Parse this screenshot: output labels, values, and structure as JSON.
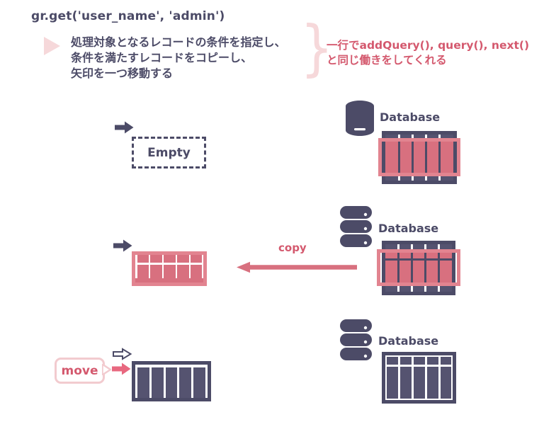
{
  "colors": {
    "dark": "#4c4b67",
    "cellDark": "#555370",
    "pink": "#d8707f",
    "pinkBorder": "#e28490",
    "accent": "#d4596e",
    "lightPink": "#f6d8da",
    "arrowPink": "#e8687f",
    "bg": "#ffffff"
  },
  "header": {
    "code_title": "gr.get('user_name', 'admin')",
    "description_lines": [
      "処理対象となるレコードの条件を指定し、",
      "条件を満たすレコードをコピーし、",
      "矢印を一つ移動する"
    ],
    "brace_glyph": "}",
    "annotation_lines": [
      "一行でaddQuery(), query(), next()",
      "と同じ働きをしてくれる"
    ]
  },
  "steps": {
    "step1": {
      "empty_label": "Empty",
      "db_label": "Database"
    },
    "step2": {
      "copy_label": "copy",
      "db_label": "Database"
    },
    "step3": {
      "move_label": "move",
      "db_label": "Database"
    }
  }
}
